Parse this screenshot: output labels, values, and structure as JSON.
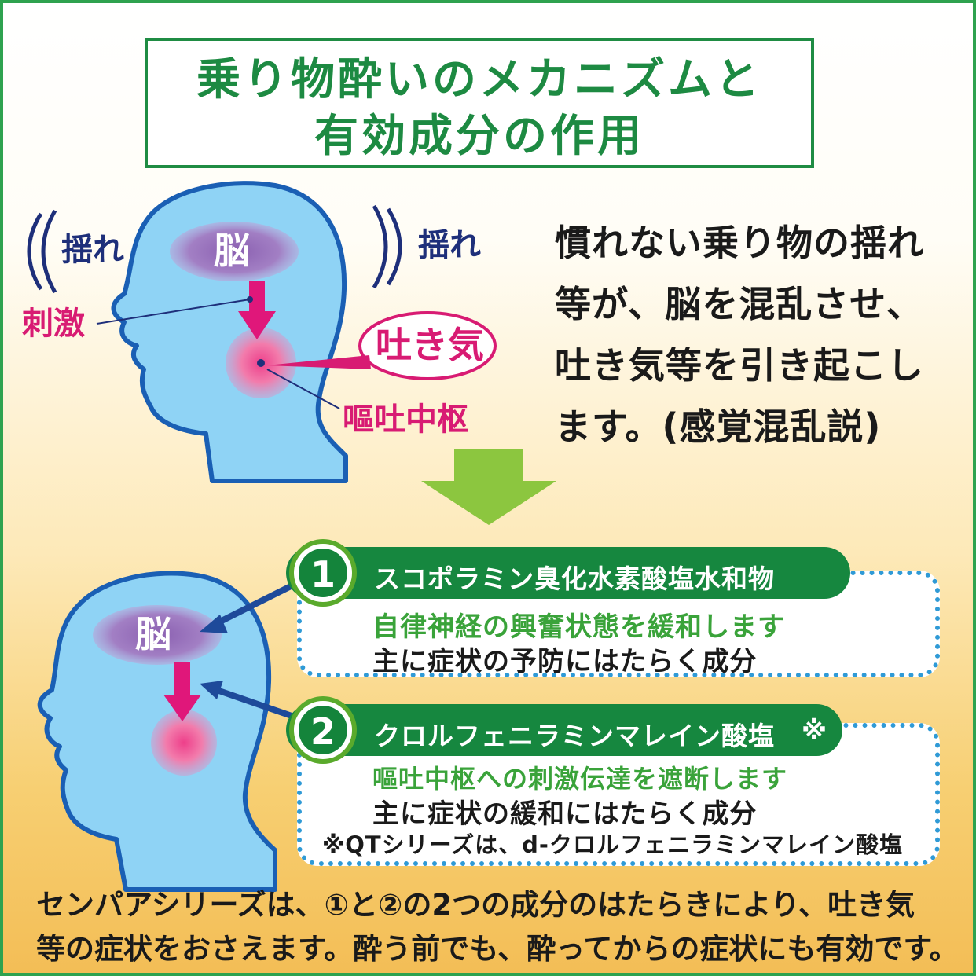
{
  "title": {
    "line1": "乗り物酔いのメカニズムと",
    "line2": "有効成分の作用"
  },
  "top_diagram": {
    "shake_left": "揺れ",
    "shake_right": "揺れ",
    "brain": "脳",
    "stimulus": "刺激",
    "nausea": "吐き気",
    "vomiting_center": "嘔吐中枢"
  },
  "description": "慣れない乗り物の揺れ\n等が、脳を混乱させ、\n吐き気等を引き起こし\nます。(感覚混乱説)",
  "bottom_diagram": {
    "brain": "脳"
  },
  "ingredients": [
    {
      "number": "1",
      "name": "スコポラミン臭化水素酸塩水和物",
      "effect": "自律神経の興奮状態を緩和します",
      "role": "主に症状の予防にはたらく成分"
    },
    {
      "number": "2",
      "name": "クロルフェニラミンマレイン酸塩",
      "mark": "※",
      "effect": "嘔吐中枢への刺激伝達を遮断します",
      "role": "主に症状の緩和にはたらく成分",
      "note": "※QTシリーズは、d-クロルフェニラミンマレイン酸塩"
    }
  ],
  "summary": "センパアシリーズは、①と②の2つの成分のはたらきにより、吐き気\n等の症状をおさえます。酔う前でも、酔ってからの症状にも有効です。",
  "colors": {
    "frame_green": "#2ea24f",
    "head_fill": "#8fd3f5",
    "head_outline": "#1a5fb4",
    "brain_purple": "#8a5fb0",
    "accent_pink": "#d81b73",
    "arrow_green": "#8cc63f",
    "pill_green": "#16873f",
    "dotted_blue": "#2f9ad6"
  }
}
